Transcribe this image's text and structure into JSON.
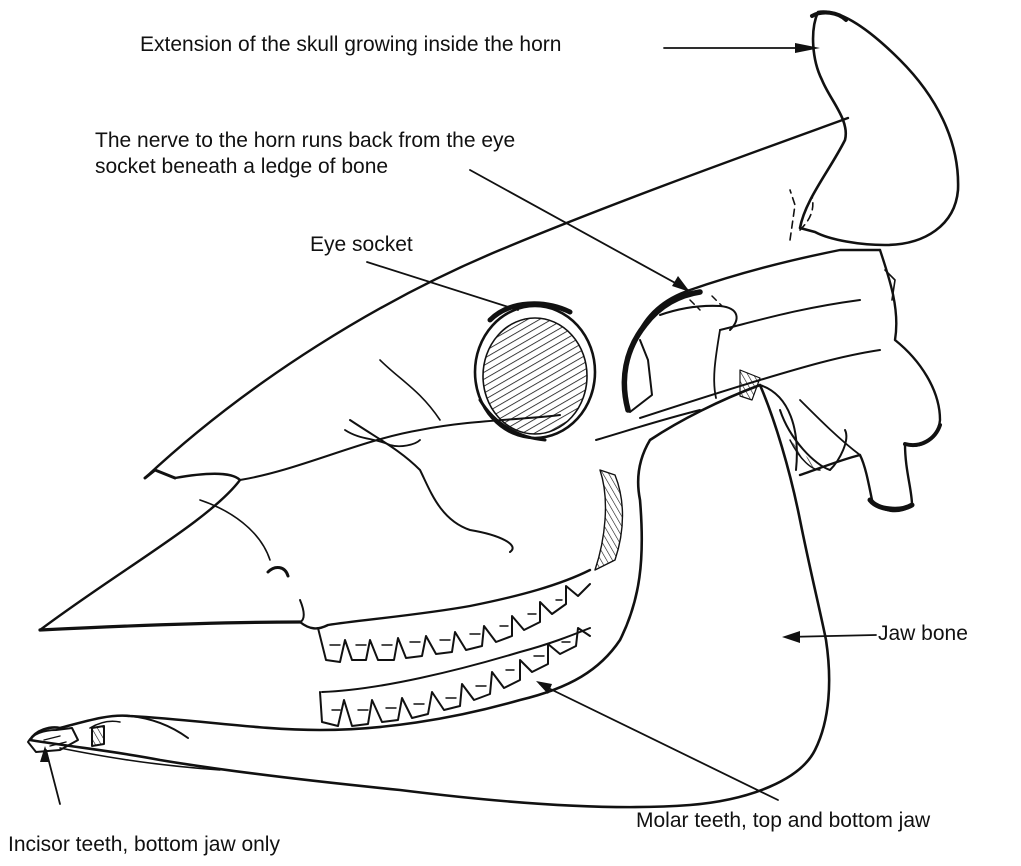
{
  "labels": {
    "horn_extension": "Extension of the skull growing inside the horn",
    "nerve_line1": "The nerve to the horn runs back from the eye",
    "nerve_line2": "socket beneath a ledge of bone",
    "eye_socket": "Eye socket",
    "jaw_bone": "Jaw bone",
    "molar_teeth": "Molar teeth, top and bottom jaw",
    "incisor_teeth": "Incisor teeth, bottom jaw only"
  },
  "colors": {
    "ink": "#111111",
    "paper": "#ffffff"
  }
}
